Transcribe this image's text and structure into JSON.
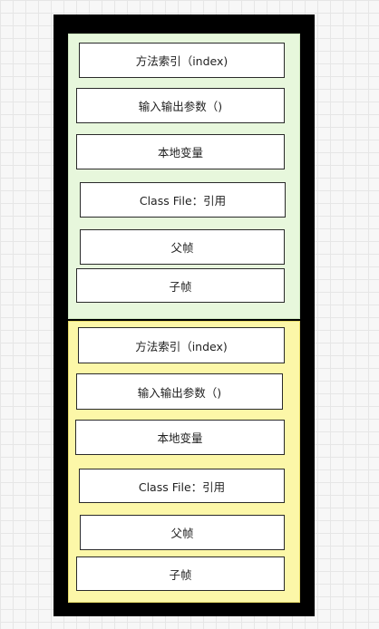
{
  "frames": [
    {
      "id": "top",
      "background": "#e7f7dc",
      "rows": [
        {
          "label": "方法索引（index)"
        },
        {
          "label": "输入输出参数（)"
        },
        {
          "label": "本地变量"
        },
        {
          "label": "Class File：引用"
        },
        {
          "label": "父帧"
        },
        {
          "label": "子帧"
        }
      ]
    },
    {
      "id": "bottom",
      "background": "#fcf7a8",
      "rows": [
        {
          "label": "方法索引（index)"
        },
        {
          "label": "输入输出参数（)"
        },
        {
          "label": "本地变量"
        },
        {
          "label": "Class File：引用"
        },
        {
          "label": "父帧"
        },
        {
          "label": "子帧"
        }
      ]
    }
  ]
}
